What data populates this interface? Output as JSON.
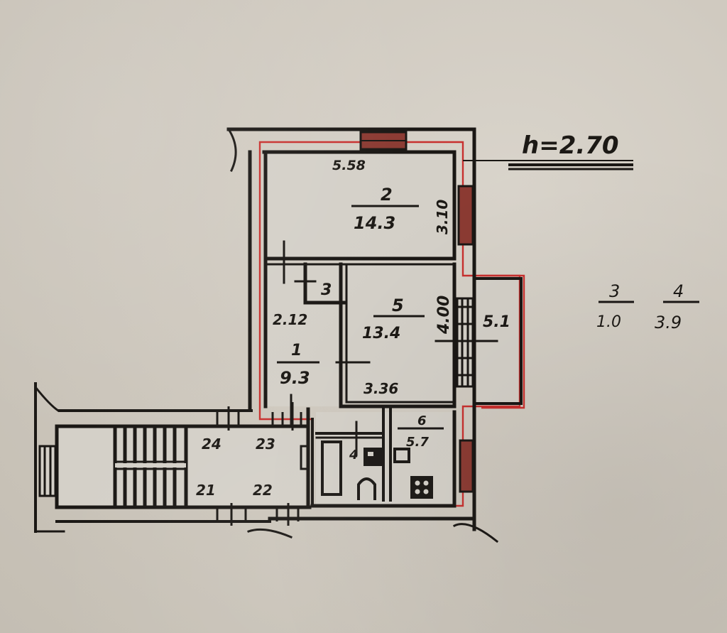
{
  "document": {
    "type": "apartment floor plan (BTI technical passport excerpt)",
    "colors": {
      "paper": "#cfc9bf",
      "ink": "#1a1714",
      "apartment_outline": "#c8302e"
    }
  },
  "ceiling_height": {
    "label": "h=2.70",
    "value_m": 2.7
  },
  "rooms": [
    {
      "number": "1",
      "area": "9.3",
      "dimension": "2.12",
      "type": "corridor / hall"
    },
    {
      "number": "2",
      "area": "14.3",
      "dimension_width": "5.58",
      "dimension_depth": "3.10",
      "type": "living room"
    },
    {
      "number": "3",
      "area": "",
      "type": "closet / storage"
    },
    {
      "number": "4",
      "area": "",
      "type": "bathroom"
    },
    {
      "number": "5",
      "area": "13.4",
      "dimension_width": "3.36",
      "dimension_depth": "4.00",
      "type": "living room"
    },
    {
      "number": "6",
      "area": "5.7",
      "type": "kitchen"
    }
  ],
  "balcony": {
    "area": "5.1"
  },
  "side_fractions": [
    {
      "numerator": "3",
      "denominator": "1.0"
    },
    {
      "numerator": "4",
      "denominator": "3.9"
    }
  ],
  "stair_landing": {
    "apartment_numbers": [
      "24",
      "23",
      "21",
      "22"
    ]
  },
  "labels": {
    "room2_dim_top": "5.58",
    "room2_num": "2",
    "room2_area": "14.3",
    "room2_dim_side": "3.10",
    "room3_num": "3",
    "room1_dim": "2.12",
    "room1_num": "1",
    "room1_area": "9.3",
    "room5_num": "5",
    "room5_area": "13.4",
    "room5_dim_side": "4.00",
    "room5_dim_bottom": "3.36",
    "balcony_area": "5.1",
    "room4_num": "4",
    "room6_num": "6",
    "room6_area": "5.7",
    "flat24": "24",
    "flat23": "23",
    "flat21": "21",
    "flat22": "22",
    "frac1_num": "3",
    "frac1_den": "1.0",
    "frac2_num": "4",
    "frac2_den": "3.9",
    "height": "h=2.70"
  }
}
